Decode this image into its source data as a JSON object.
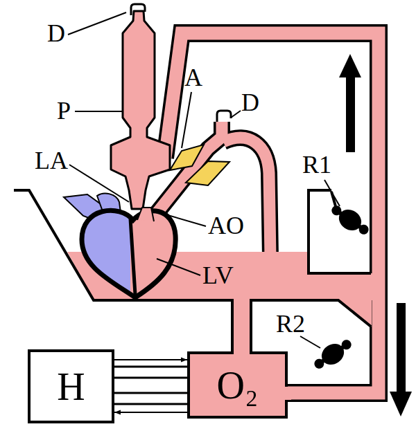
{
  "diagram": {
    "nodes": [
      {
        "text": [
          "H"
        ]
      },
      {
        "text": [
          "O₂"
        ]
      }
    ],
    "edges": [
      {
        "from": 0,
        "to": 1,
        "arrow": "to"
      },
      {
        "from": 1,
        "to": 0,
        "arrow": "to"
      }
    ],
    "labels": [
      "D",
      "P",
      "LA",
      "A",
      "D",
      "AO",
      "LV",
      "R1",
      "R2"
    ]
  }
}
